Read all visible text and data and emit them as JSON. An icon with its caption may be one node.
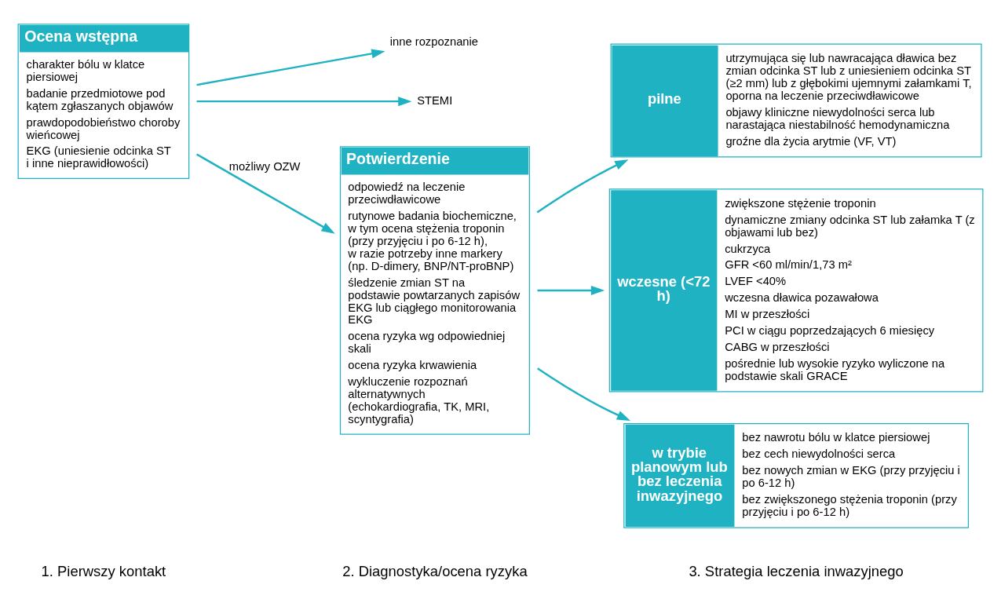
{
  "diagram": {
    "nodes": [
      {
        "text": [
          "Ocena wstępna",
          "charakter bólu w klatce piersiowej",
          "badanie przedmiotowe pod kątem zgłaszanych objawów",
          "prawdopodobieństwo choroby wieńcowej",
          "EKG (uniesienie odcinka ST i inne nieprawidłowości)"
        ]
      },
      {
        "text": [
          "inne rozpoznanie"
        ]
      },
      {
        "text": [
          "STEMI"
        ]
      },
      {
        "text": [
          "Potwierdzenie",
          "odpowiedź na leczenie przeciwdławicowe",
          "rutynowe badania biochemiczne, w tym ocena stężenia troponin (przy przyjęciu i po 6-12 h), w razie potrzeby inne markery (np. D-dimery, BNP/NT-proBNP)",
          "śledzenie zmian ST na podstawie powtarzanych zapisów EKG lub ciągłego monitorowania EKG",
          "ocena ryzyka wg odpowiedniej skali",
          "ocena ryzyka krwawienia",
          "wykluczenie rozpoznań alternatywnych (echokardiografia, TK, MRI, scyntygrafia)"
        ]
      },
      {
        "text": [
          "pilne",
          "utrzymująca się lub nawracająca dławica bez zmian odcinka ST lub z uniesieniem odcinka ST (≥2 mm) lub z głębokimi ujemnymi załamkami T, oporna na leczenie przeciwdławicowe",
          "objawy kliniczne niewydolności serca lub narastająca niestabilność hemodynamiczna",
          "groźne dla życia arytmie (VF, VT)"
        ]
      },
      {
        "text": [
          "wczesne (<72 h)",
          "zwiększone stężenie troponin",
          "dynamiczne zmiany odcinka ST lub załamka T (z objawami lub bez)",
          "cukrzyca",
          "GFR <60 ml/min/1,73 m²",
          "LVEF <40%",
          "wczesna dławica pozawałowa",
          "MI w przeszłości",
          "PCI w ciągu poprzedzających 6 miesięcy",
          "CABG w przeszłości",
          "pośrednie lub wysokie ryzyko wyliczone na podstawie skali GRACE"
        ]
      },
      {
        "text": [
          "w trybie planowym lub bez leczenia inwazyjnego",
          "bez nawrotu bólu w klatce piersiowej",
          "bez cech niewydolności serca",
          "bez nowych zmian w EKG (przy przyjęciu i po 6-12 h)",
          "bez zwiększonego stężenia troponin (przy przyjęciu i po 6-12 h)"
        ]
      }
    ],
    "edges": [
      {
        "from": 0,
        "to": 1,
        "arrow": "to"
      },
      {
        "from": 0,
        "to": 3,
        "arrow": "to",
        "label": "możliwy OZW"
      },
      {
        "from": 0,
        "to": 2,
        "arrow": "to"
      },
      {
        "from": 3,
        "to": 4,
        "arrow": "to"
      },
      {
        "from": 3,
        "to": 5,
        "arrow": "to"
      },
      {
        "from": 3,
        "to": 6,
        "arrow": "to"
      }
    ],
    "labels": [
      "1. Pierwszy kontakt",
      "2. Diagnostyka/ocena ryzyka",
      "3. Strategia leczenia inwazyjnego"
    ]
  }
}
